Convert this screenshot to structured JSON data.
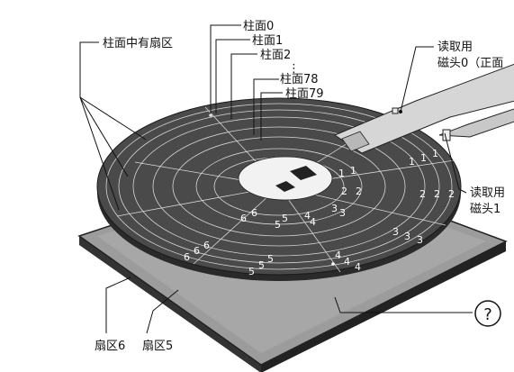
{
  "labels": {
    "outer_cylinder_sector": "柱面中有扇区",
    "cyl0": "柱面0",
    "cyl1": "柱面1",
    "cyl2": "柱面2",
    "dots": "⋮",
    "cyl78": "柱面78",
    "cyl79": "柱面79",
    "head0_line1": "读取用",
    "head0_line2": "磁头0（正面",
    "head1_line1": "读取用",
    "head1_line2": "磁头1",
    "sector6": "扇区6",
    "sector5": "扇区5",
    "question_mark": "?"
  },
  "sector_numbers": {
    "n1": "1",
    "n2": "2",
    "n3": "3",
    "n4": "4",
    "n5": "5",
    "n6": "6"
  },
  "colors": {
    "disk_face": "#4a4a4a",
    "disk_edge": "#2a2a2a",
    "base_top": "#9a9a9a",
    "base_side": "#3a3a3a",
    "arm": "#d8d8d8",
    "hub": "#f2f2f2"
  }
}
